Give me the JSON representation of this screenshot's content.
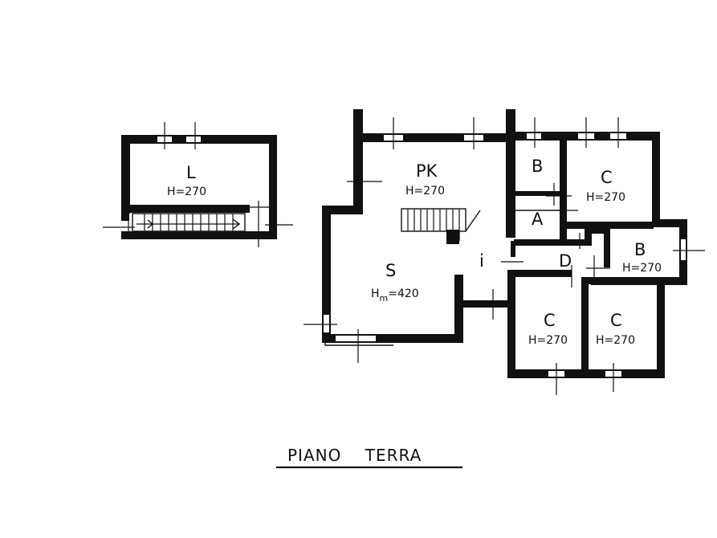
{
  "plan_title": "PIANO    TERRA",
  "rooms": {
    "l": {
      "label": "L",
      "height": "H=270"
    },
    "pk": {
      "label": "PK",
      "height": "H=270"
    },
    "s": {
      "label": "S",
      "height_prefix": "H",
      "height_sub": "m",
      "height_value": "=420"
    },
    "i": {
      "label": "i"
    },
    "d": {
      "label": "D"
    },
    "b_top": {
      "label": "B"
    },
    "a": {
      "label": "A"
    },
    "c_top": {
      "label": "C",
      "height": "H=270"
    },
    "b_right": {
      "label": "B",
      "height": "H=270"
    },
    "c_bottom_left": {
      "label": "C",
      "height": "H=270"
    },
    "c_bottom_right": {
      "label": "C",
      "height": "H=270"
    }
  }
}
